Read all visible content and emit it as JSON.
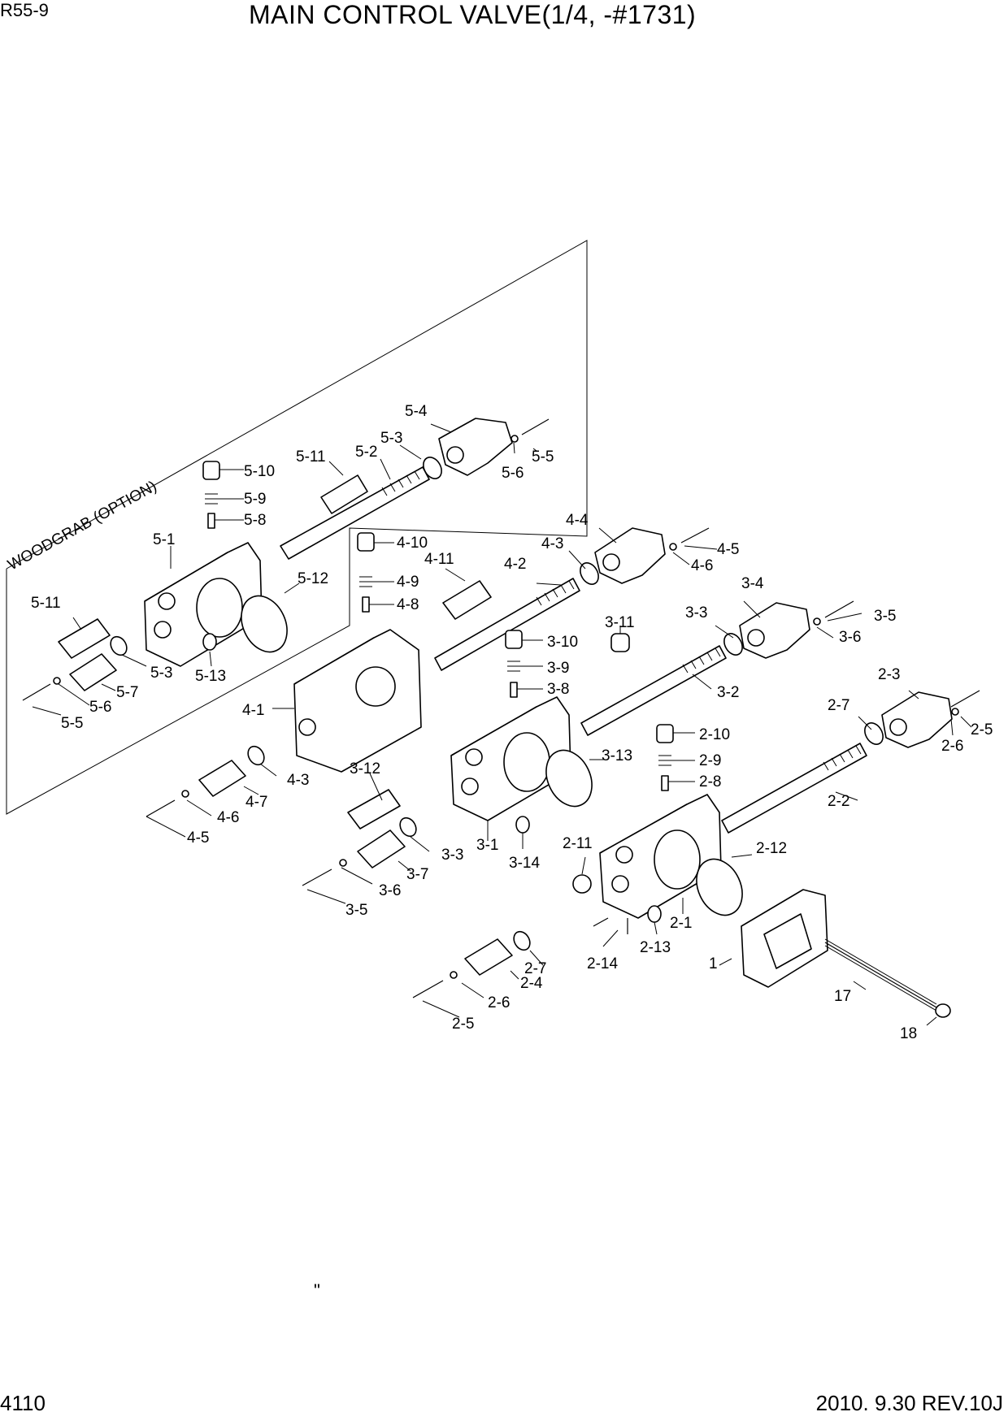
{
  "header": {
    "model": "R55-9",
    "title": "MAIN CONTROL VALVE(1/4, -#1731)"
  },
  "footer": {
    "page_number": "4110",
    "date_revision": "2010. 9.30  REV.10J"
  },
  "stray_mark": "\"",
  "option_box_label": "WOODGRAB (OPTION)",
  "labels": [
    "5-4",
    "5-3",
    "5-5",
    "5-6",
    "5-11",
    "5-2",
    "5-10",
    "5-9",
    "5-8",
    "5-1",
    "5-12",
    "5-11",
    "5-3",
    "5-13",
    "5-7",
    "5-6",
    "5-5",
    "4-4",
    "4-3",
    "4-5",
    "4-6",
    "4-10",
    "4-11",
    "4-2",
    "4-9",
    "4-8",
    "4-1",
    "4-3",
    "4-7",
    "4-6",
    "4-5",
    "3-4",
    "3-3",
    "3-5",
    "3-6",
    "3-11",
    "3-10",
    "3-9",
    "3-8",
    "3-2",
    "3-13",
    "3-12",
    "3-3",
    "3-1",
    "3-14",
    "3-7",
    "3-6",
    "3-5",
    "2-3",
    "2-7",
    "2-5",
    "2-6",
    "2-10",
    "2-9",
    "2-8",
    "2-2",
    "2-11",
    "2-12",
    "2-1",
    "2-13",
    "2-14",
    "2-7",
    "2-4",
    "2-6",
    "2-5",
    "1",
    "17",
    "18"
  ]
}
